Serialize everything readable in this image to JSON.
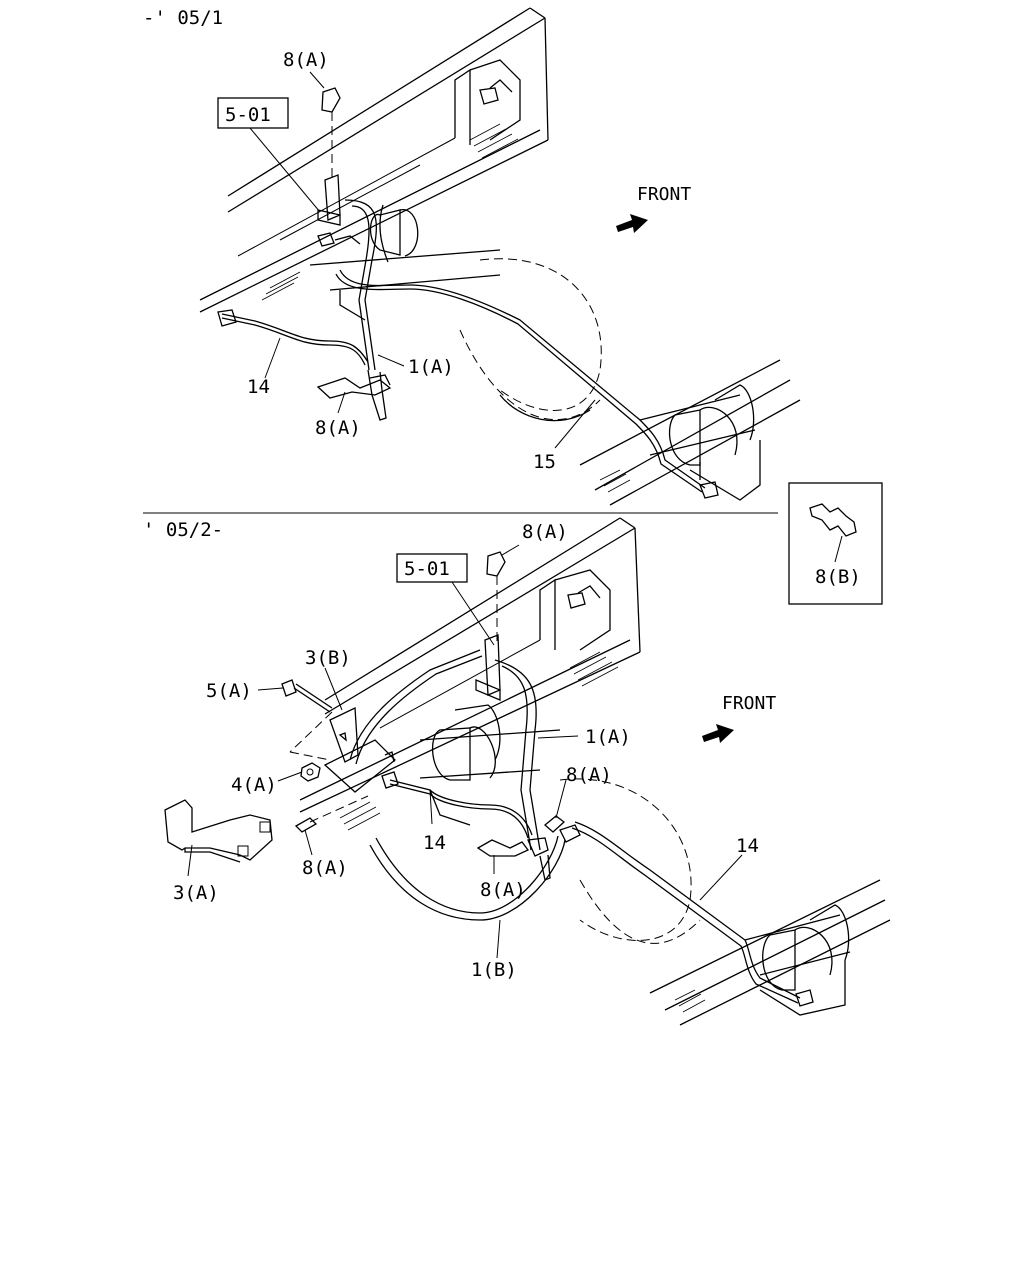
{
  "sections": {
    "upper": {
      "date_label": "-' 05/1"
    },
    "lower": {
      "date_label": "' 05/2-"
    }
  },
  "labels": {
    "upper_ref": "5-01",
    "upper_clip_top": "8(A)",
    "upper_hose": "1(A)",
    "upper_pipe_left": "14",
    "upper_clip_bottom": "8(A)",
    "upper_pipe_right": "15",
    "upper_front": "FRONT",
    "inset_part": "8(B)",
    "lower_ref": "5-01",
    "lower_clip_top": "8(A)",
    "lower_bracket_b": "3(B)",
    "lower_bolt": "5(A)",
    "lower_nut": "4(A)",
    "lower_bracket_a": "3(A)",
    "lower_clip_left": "8(A)",
    "lower_pipe_mid": "14",
    "lower_clip_center": "8(A)",
    "lower_clip_right": "8(A)",
    "lower_hose_a": "1(A)",
    "lower_hose_b": "1(B)",
    "lower_pipe_right": "14",
    "lower_front": "FRONT"
  },
  "icons": [
    "front-arrow-icon",
    "clip-icon",
    "bolt-icon",
    "nut-icon",
    "bracket-icon"
  ]
}
